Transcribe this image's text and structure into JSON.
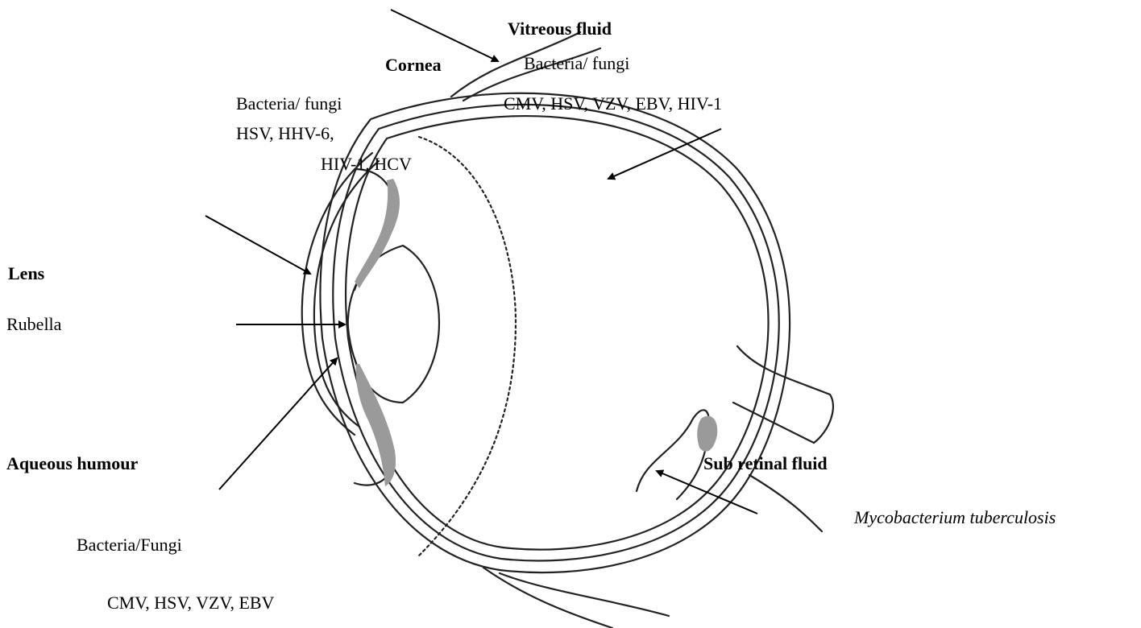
{
  "labels": {
    "vitreous_title": "Vitreous fluid",
    "vitreous_line1": "Bacteria/ fungi",
    "vitreous_line2": "CMV, HSV, VZV, EBV, HIV-1",
    "cornea_title": "Cornea",
    "cornea_line1": "Bacteria/ fungi",
    "cornea_line2": "HSV, HHV-6,",
    "cornea_line3": "HIV-1, HCV",
    "lens_title": "Lens",
    "lens_line1": "Rubella",
    "aqueous_title": "Aqueous humour",
    "aqueous_line1": "Bacteria/Fungi",
    "aqueous_line2": "CMV, HSV,  VZV, EBV",
    "subretinal_title": "Sub retinal fluid",
    "subretinal_line1": "Mycobacterium tuberculosis"
  },
  "colors": {
    "ink": "#000000",
    "drawing": "#222222",
    "shading": "#9a9a9a"
  }
}
